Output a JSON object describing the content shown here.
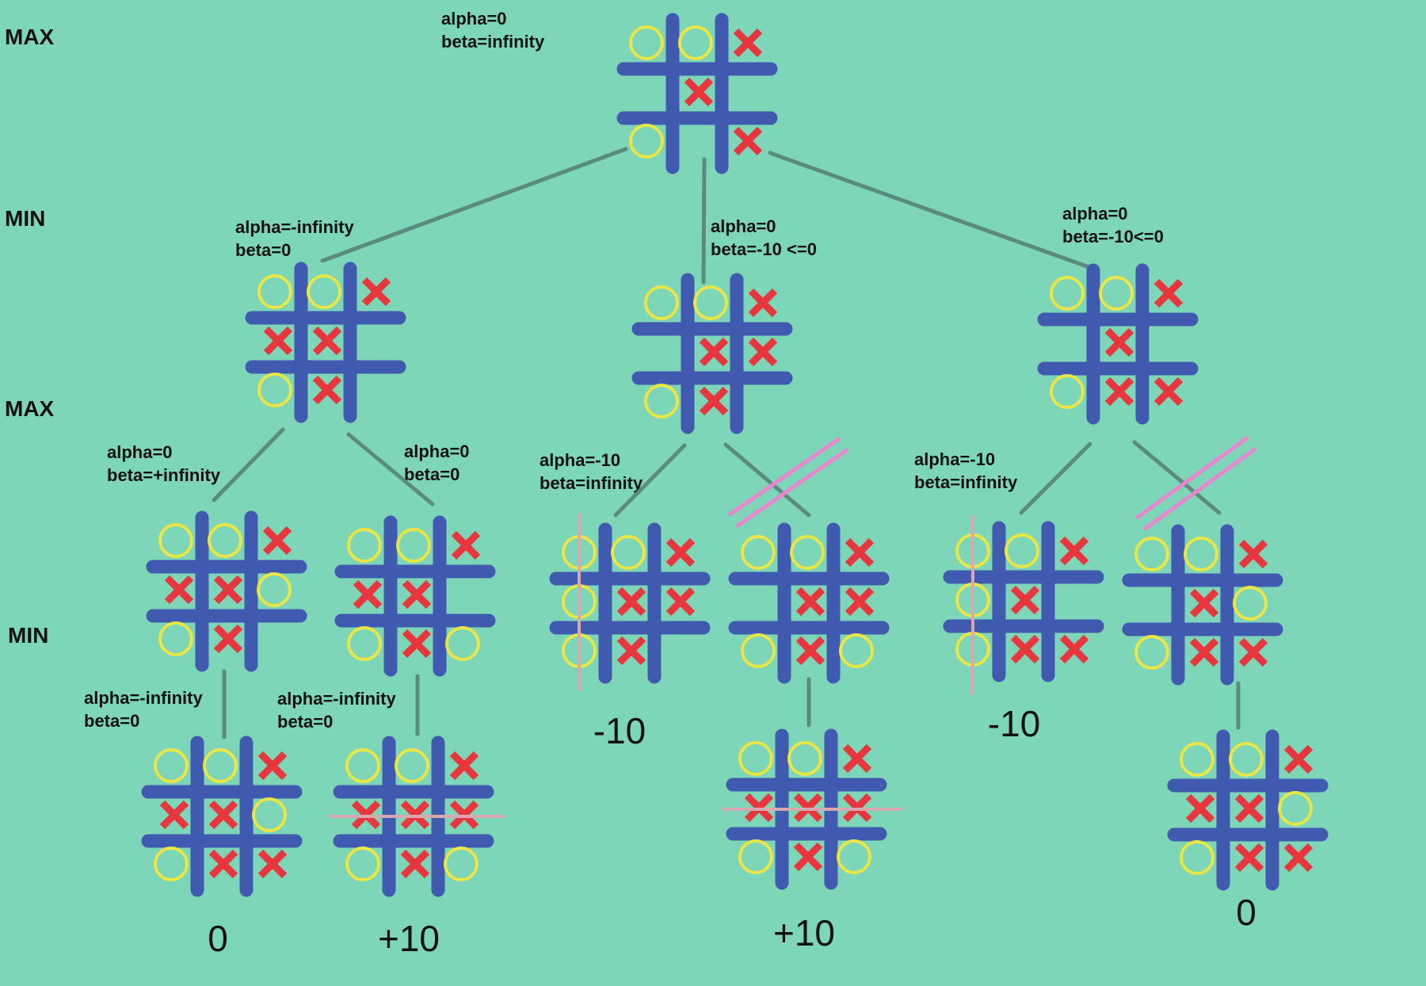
{
  "diagram": {
    "colors": {
      "background": "#7dd6b7",
      "grid": "#3f5aae",
      "x_mark": "#e8363f",
      "o_mark": "#e9e646",
      "edge": "#5b8a7f",
      "prune": "#e887cf",
      "cut": "#d9a9b2"
    },
    "levels": [
      "MAX",
      "MIN",
      "MAX",
      "MIN"
    ],
    "nodes": [
      {
        "id": "root",
        "board": [
          "O",
          "O",
          "X",
          "",
          "X",
          "",
          "O",
          "",
          "X"
        ],
        "alpha": "alpha=0",
        "beta": "beta=infinity"
      },
      {
        "id": "min-1",
        "board": [
          "O",
          "O",
          "X",
          "X",
          "X",
          "",
          "O",
          "X",
          ""
        ],
        "alpha": "alpha=-infinity",
        "beta": "beta=0"
      },
      {
        "id": "min-2",
        "board": [
          "O",
          "O",
          "X",
          "",
          "X",
          "X",
          "O",
          "X",
          ""
        ],
        "alpha": "alpha=0",
        "beta": "beta=-10 <=0"
      },
      {
        "id": "min-3",
        "board": [
          "O",
          "O",
          "X",
          "",
          "X",
          "",
          "O",
          "X",
          "X"
        ],
        "alpha": "alpha=0",
        "beta": "beta=-10<=0"
      },
      {
        "id": "max-1a",
        "board": [
          "O",
          "O",
          "X",
          "X",
          "X",
          "O",
          "O",
          "X",
          ""
        ],
        "alpha": "alpha=0",
        "beta": "beta=+infinity"
      },
      {
        "id": "max-1b",
        "board": [
          "O",
          "O",
          "X",
          "X",
          "X",
          "",
          "O",
          "X",
          "O"
        ],
        "alpha": "alpha=0",
        "beta": "beta=0"
      },
      {
        "id": "max-2a",
        "board": [
          "O",
          "O",
          "X",
          "O",
          "X",
          "X",
          "O",
          "X",
          ""
        ],
        "alpha": "alpha=-10",
        "beta": "beta=infinity",
        "score": "-10"
      },
      {
        "id": "max-2b",
        "board": [
          "O",
          "O",
          "X",
          "",
          "X",
          "X",
          "O",
          "X",
          "O"
        ]
      },
      {
        "id": "max-3a",
        "board": [
          "O",
          "O",
          "X",
          "O",
          "X",
          "",
          "O",
          "X",
          "X"
        ],
        "alpha": "alpha=-10",
        "beta": "beta=infinity",
        "score": "-10"
      },
      {
        "id": "max-3b",
        "board": [
          "O",
          "O",
          "X",
          "",
          "X",
          "O",
          "O",
          "X",
          "X"
        ]
      },
      {
        "id": "leaf-1a",
        "board": [
          "O",
          "O",
          "X",
          "X",
          "X",
          "O",
          "O",
          "X",
          "X"
        ],
        "alpha": "alpha=-infinity",
        "beta": "beta=0",
        "score": "0"
      },
      {
        "id": "leaf-1b",
        "board": [
          "O",
          "O",
          "X",
          "X",
          "X",
          "X",
          "O",
          "X",
          "O"
        ],
        "alpha": "alpha=-infinity",
        "beta": "beta=0",
        "score": "+10"
      },
      {
        "id": "leaf-2b",
        "board": [
          "O",
          "O",
          "X",
          "X",
          "X",
          "X",
          "O",
          "X",
          "O"
        ],
        "score": "+10"
      },
      {
        "id": "leaf-3b",
        "board": [
          "O",
          "O",
          "X",
          "X",
          "X",
          "O",
          "O",
          "X",
          "X"
        ],
        "score": "0"
      }
    ]
  }
}
